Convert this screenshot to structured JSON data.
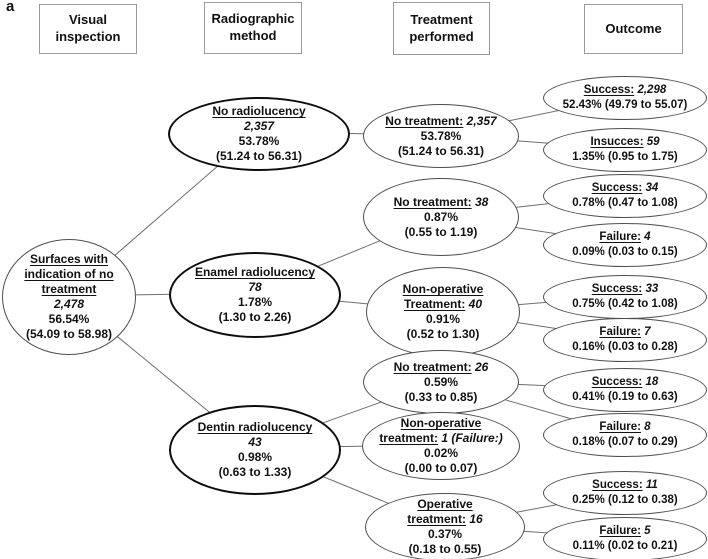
{
  "figure_label": "a",
  "colors": {
    "background": "#ffffff",
    "text": "#111111",
    "bold_ellipse_border": "#0d0d0d",
    "thin_ellipse_border": "#4e4e4e",
    "header_box_border": "#9a9a9a",
    "connector_line": "#6e6e6e"
  },
  "headers": {
    "visual": "Visual\ninspection",
    "radiographic": "Radiographic\nmethod",
    "treatment": "Treatment\nperformed",
    "outcome": "Outcome"
  },
  "nodes": {
    "visual_root": {
      "title": "Surfaces with\nindication of no\ntreatment",
      "count": "2,478",
      "pct": "56.54%",
      "ci": "(54.09 to 58.98)"
    },
    "no_radiolucency": {
      "title": "No radiolucency",
      "count": "2,357",
      "pct": "53.78%",
      "ci": "(51.24 to 56.31)"
    },
    "enamel": {
      "title": "Enamel radiolucency",
      "count": "78",
      "pct": "1.78%",
      "ci": "(1.30 to 2.26)"
    },
    "dentin": {
      "title": "Dentin radiolucency",
      "count": "43",
      "pct": "0.98%",
      "ci": "(0.63 to 1.33)"
    },
    "t_none_2357": {
      "title": "No treatment:",
      "count": "2,357",
      "pct": "53.78%",
      "ci": "(51.24 to 56.31)"
    },
    "t_none_38": {
      "title": "No treatment:",
      "count": "38",
      "pct": "0.87%",
      "ci": "(0.55 to 1.19)"
    },
    "t_nonop_40": {
      "title": "Non-operative\nTreatment:",
      "count": "40",
      "pct": "0.91%",
      "ci": "(0.52 to 1.30)"
    },
    "t_none_26": {
      "title": "No treatment:",
      "count": "26",
      "pct": "0.59%",
      "ci": "(0.33 to 0.85)"
    },
    "t_nonop_1": {
      "title": "Non-operative\ntreatment:",
      "count": "1 (Failure:)",
      "pct": "0.02%",
      "ci": "(0.00 to 0.07)"
    },
    "t_oper_16": {
      "title": "Operative\ntreatment:",
      "count": "16",
      "pct": "0.37%",
      "ci": "(0.18 to 0.55)"
    },
    "o_success_2298": {
      "title": "Success:",
      "count": "2,298",
      "stats": "52.43% (49.79 to 55.07)"
    },
    "o_insucces_59": {
      "title": "Insucces:",
      "count": "59",
      "stats": "1.35% (0.95 to 1.75)"
    },
    "o_success_34": {
      "title": "Success:",
      "count": "34",
      "stats": "0.78% (0.47 to 1.08)"
    },
    "o_failure_4": {
      "title": "Failure:",
      "count": "4",
      "stats": "0.09% (0.03 to 0.15)"
    },
    "o_success_33": {
      "title": "Success:",
      "count": "33",
      "stats": "0.75% (0.42 to 1.08)"
    },
    "o_failure_7": {
      "title": "Failure:",
      "count": "7",
      "stats": "0.16% (0.03 to 0.28)"
    },
    "o_success_18": {
      "title": "Success:",
      "count": "18",
      "stats": "0.41% (0.19 to 0.63)"
    },
    "o_failure_8": {
      "title": "Failure:",
      "count": "8",
      "stats": "0.18% (0.07 to 0.29)"
    },
    "o_success_11": {
      "title": "Success:",
      "count": "11",
      "stats": "0.25% (0.12 to 0.38)"
    },
    "o_failure_5": {
      "title": "Failure:",
      "count": "5",
      "stats": "0.11% (0.02 to 0.21)"
    }
  },
  "edges": [
    [
      "visual_root",
      "no_radiolucency"
    ],
    [
      "visual_root",
      "enamel"
    ],
    [
      "visual_root",
      "dentin"
    ],
    [
      "no_radiolucency",
      "t_none_2357"
    ],
    [
      "t_none_2357",
      "o_success_2298"
    ],
    [
      "t_none_2357",
      "o_insucces_59"
    ],
    [
      "enamel",
      "t_none_38"
    ],
    [
      "enamel",
      "t_nonop_40"
    ],
    [
      "t_none_38",
      "o_success_34"
    ],
    [
      "t_none_38",
      "o_failure_4"
    ],
    [
      "t_nonop_40",
      "o_success_33"
    ],
    [
      "t_nonop_40",
      "o_failure_7"
    ],
    [
      "dentin",
      "t_none_26"
    ],
    [
      "dentin",
      "t_nonop_1"
    ],
    [
      "dentin",
      "t_oper_16"
    ],
    [
      "t_none_26",
      "o_success_18"
    ],
    [
      "t_none_26",
      "o_failure_8"
    ],
    [
      "t_oper_16",
      "o_success_11"
    ],
    [
      "t_oper_16",
      "o_failure_5"
    ]
  ]
}
